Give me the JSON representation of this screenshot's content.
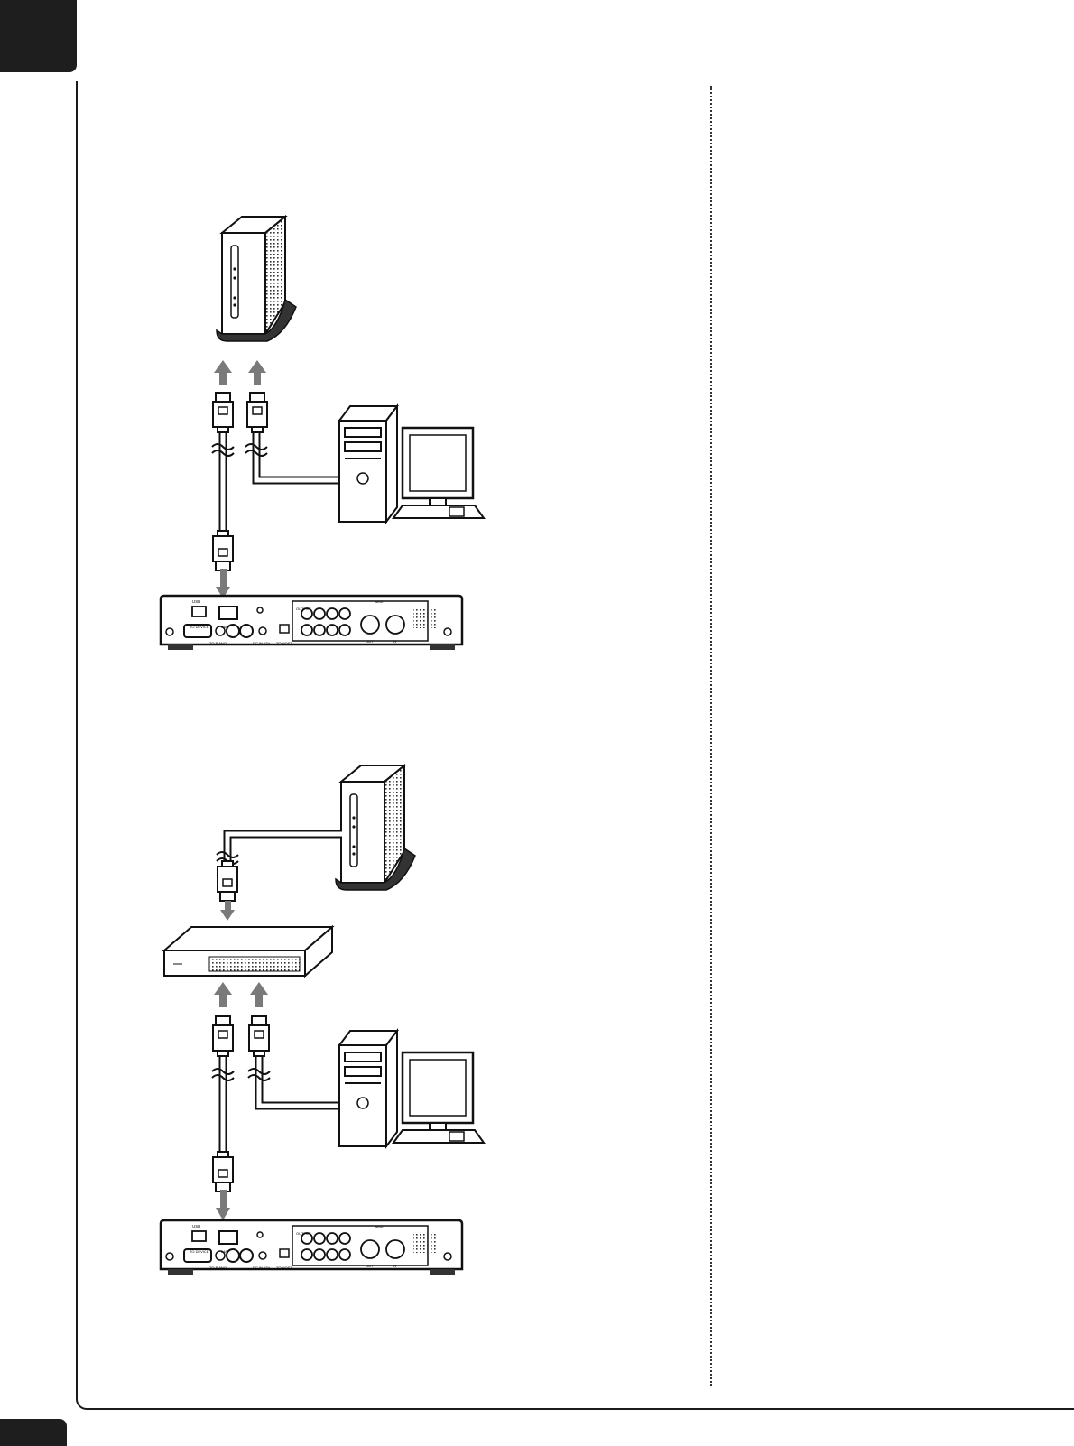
{
  "device_panel": {
    "usb_label": "USB",
    "to_device_label": "TO DEVICE",
    "lan_label": "LAN",
    "to_piano_label": "TO PIANO",
    "dc_in_label": "DC IN 12V",
    "to_host_label": "TO HOST",
    "output_label": "OUTPUT",
    "out_label": "OUT",
    "in_label": "IN",
    "midi_label": "MIDI"
  },
  "icons": [
    "modem-icon",
    "router-hub-icon",
    "computer-icon",
    "lan-cable-icon",
    "rear-panel-icon"
  ]
}
